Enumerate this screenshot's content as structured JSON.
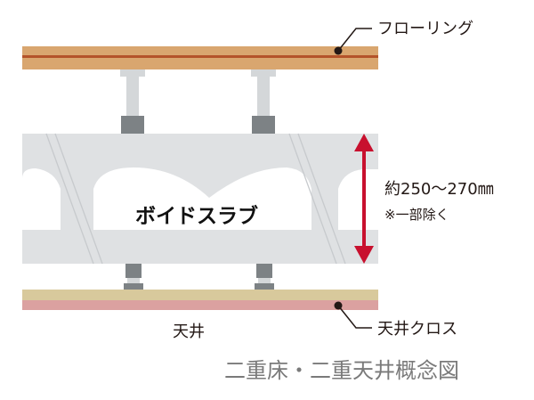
{
  "labels": {
    "flooring": "フローリング",
    "slab": "ボイドスラブ",
    "thickness": "約250〜270㎜",
    "note": "※一部除く",
    "ceiling": "天井",
    "ceiling_cloth": "天井クロス",
    "caption": "二重床・二重天井概念図"
  },
  "colors": {
    "flooring_board": "#d9a66f",
    "flooring_stripe": "#b4532a",
    "slab": "#dfe1e3",
    "void": "#ffffff",
    "support_post": "#d4d7d9",
    "support_foot": "#7d8285",
    "ceiling_board": "#d8c99c",
    "ceiling_cloth": "#dba1a0",
    "arrow": "#c8102e",
    "leader_line": "#231815",
    "caption_text": "#7a7a7a"
  }
}
